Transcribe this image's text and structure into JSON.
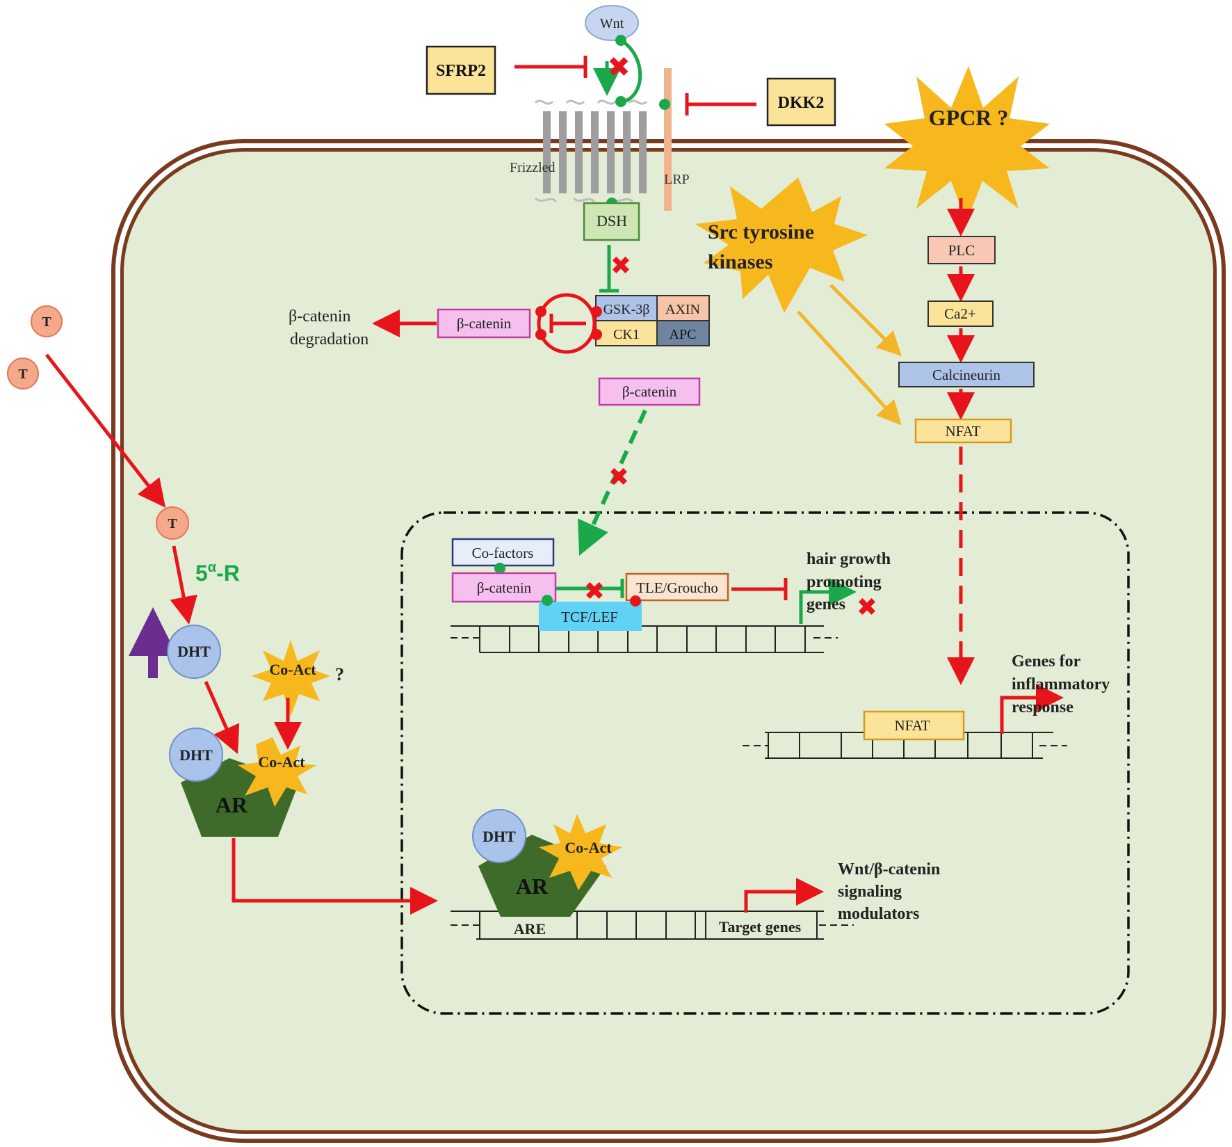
{
  "labels": {
    "wnt": "Wnt",
    "sfrp2": "SFRP2",
    "dkk2": "DKK2",
    "gpcr": "GPCR ?",
    "frizzled": "Frizzled",
    "lrp": "LRP",
    "dsh": "DSH",
    "src_line1": "Src tyrosine",
    "src_line2": "kinases",
    "plc": "PLC",
    "ca2": "Ca2+",
    "calcineurin": "Calcineurin",
    "nfat_cyto": "NFAT",
    "gsk3b": "GSK-3β",
    "axin": "AXIN",
    "ck1": "CK1",
    "apc": "APC",
    "bcat_complex": "β-catenin",
    "bcat_free": "β-catenin",
    "bcat_nuclear": "β-catenin",
    "degradation_line1": "β-catenin",
    "degradation_line2": "degradation",
    "t1": "T",
    "t2": "T",
    "t3": "T",
    "five_alpha_r": "5",
    "five_alpha_sup": "α",
    "five_alpha_suffix": "-R",
    "dht_free": "DHT",
    "dht_bound": "DHT",
    "dht_nuclear": "DHT",
    "coact_free": "Co-Act",
    "coact_question": "?",
    "coact_bound": "Co-Act",
    "coact_nuclear": "Co-Act",
    "ar_cyto": "AR",
    "ar_nuclear": "AR",
    "cofactors": "Co-factors",
    "tcf_lef": "TCF/LEF",
    "tle_groucho": "TLE/Groucho",
    "hair_line1": "hair growth",
    "hair_line2": "promoting",
    "hair_line3": "genes",
    "nfat_nuclear": "NFAT",
    "inflam_line1": "Genes for",
    "inflam_line2": "inflammatory",
    "inflam_line3": "response",
    "are": "ARE",
    "target_genes": "Target genes",
    "wnt_mod_line1": "Wnt/β-catenin",
    "wnt_mod_line2": "signaling",
    "wnt_mod_line3": "modulators"
  },
  "colors": {
    "cytoplasm": "#e3ecd4",
    "membrane": "#7a3a1e",
    "inhibit_red": "#e8141c",
    "activate_green": "#1aa84a",
    "star_yellow": "#f7b81e",
    "ar_green": "#3e6b2a",
    "dht_blue": "#a9c3ea",
    "t_orange": "#f6a98a",
    "bcat_pink": "#f6c0ee",
    "tcf_cyan": "#5fd2f5",
    "pale_yellow": "#fbe39a",
    "purple_arrow": "#6b2d8f"
  }
}
